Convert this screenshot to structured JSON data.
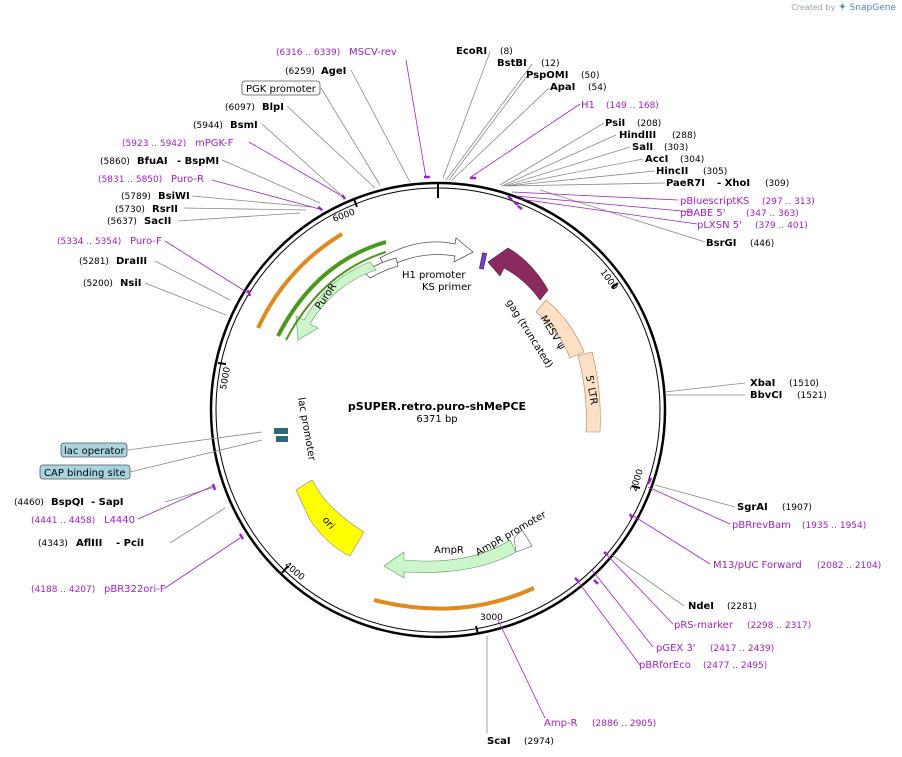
{
  "credit": {
    "prefix": "Created by",
    "brand": "SnapGene"
  },
  "plasmid": {
    "name": "pSUPER.retro.puro-shMePCE",
    "length_label": "6371 bp",
    "length": 6371
  },
  "ticks": [
    "1000",
    "2000",
    "3000",
    "4000",
    "5000",
    "6000"
  ],
  "enzymes": [
    {
      "name": "EcoRI",
      "pos": "(8)"
    },
    {
      "name": "BstBI",
      "pos": "(12)"
    },
    {
      "name": "PspOMI",
      "pos": "(50)"
    },
    {
      "name": "ApaI",
      "pos": "(54)"
    },
    {
      "name": "PsiI",
      "pos": "(208)"
    },
    {
      "name": "HindIII",
      "pos": "(288)"
    },
    {
      "name": "SalI",
      "pos": "(303)"
    },
    {
      "name": "AccI",
      "pos": "(304)"
    },
    {
      "name": "HincII",
      "pos": "(305)"
    },
    {
      "name": "PaeR7I",
      "name2": "- XhoI",
      "pos": "(309)"
    },
    {
      "name": "BsrGI",
      "pos": "(446)"
    },
    {
      "name": "XbaI",
      "pos": "(1510)"
    },
    {
      "name": "BbvCI",
      "pos": "(1521)"
    },
    {
      "name": "SgrAI",
      "pos": "(1907)"
    },
    {
      "name": "NdeI",
      "pos": "(2281)"
    },
    {
      "name": "ScaI",
      "pos": "(2974)"
    },
    {
      "name": "AflIII",
      "name2": "- PciI",
      "pos": "(4343)"
    },
    {
      "name": "BspQI",
      "name2": "- SapI",
      "pos": "(4460)"
    },
    {
      "name": "NsiI",
      "pos": "(5200)"
    },
    {
      "name": "DraIII",
      "pos": "(5281)"
    },
    {
      "name": "SacII",
      "pos": "(5637)"
    },
    {
      "name": "RsrII",
      "pos": "(5730)"
    },
    {
      "name": "BsiWI",
      "pos": "(5789)"
    },
    {
      "name": "BfuAI",
      "name2": "- BspMI",
      "pos": "(5860)"
    },
    {
      "name": "BsmI",
      "pos": "(5944)"
    },
    {
      "name": "BlpI",
      "pos": "(6097)"
    },
    {
      "name": "AgeI",
      "pos": "(6259)"
    }
  ],
  "primers": [
    {
      "name": "MSCV-rev",
      "pos": "(6316 .. 6339)"
    },
    {
      "name": "H1",
      "pos": "(149 .. 168)"
    },
    {
      "name": "pBluescriptKS",
      "pos": "(297 .. 313)"
    },
    {
      "name": "pBABE 5'",
      "pos": "(347 .. 363)"
    },
    {
      "name": "pLXSN 5'",
      "pos": "(379 .. 401)"
    },
    {
      "name": "pBRrevBam",
      "pos": "(1935 .. 1954)"
    },
    {
      "name": "M13/pUC Forward",
      "pos": "(2082 .. 2104)"
    },
    {
      "name": "pRS-marker",
      "pos": "(2298 .. 2317)"
    },
    {
      "name": "pGEX 3'",
      "pos": "(2417 .. 2439)"
    },
    {
      "name": "pBRforEco",
      "pos": "(2477 .. 2495)"
    },
    {
      "name": "Amp-R",
      "pos": "(2886 .. 2905)"
    },
    {
      "name": "pBR322ori-F",
      "pos": "(4188 .. 4207)"
    },
    {
      "name": "L4440",
      "pos": "(4441 .. 4458)"
    },
    {
      "name": "Puro-F",
      "pos": "(5334 .. 5354)"
    },
    {
      "name": "Puro-R",
      "pos": "(5831 .. 5850)"
    },
    {
      "name": "mPGK-F",
      "pos": "(5923 .. 5942)"
    }
  ],
  "boxed_features": [
    {
      "name": "PGK promoter"
    },
    {
      "name": "lac operator"
    },
    {
      "name": "CAP binding site"
    }
  ],
  "features": [
    {
      "name": "H1 promoter"
    },
    {
      "name": "KS primer"
    },
    {
      "name": "gag (truncated)"
    },
    {
      "name": "MESV ψ"
    },
    {
      "name": "5' LTR"
    },
    {
      "name": "PuroR"
    },
    {
      "name": "lac promoter"
    },
    {
      "name": "ori"
    },
    {
      "name": "AmpR"
    },
    {
      "name": "AmpR promoter"
    }
  ],
  "colors": {
    "primer": "#a020c8",
    "puro": "#ccf5cc",
    "gag": "#8b2a5e",
    "ltr": "#fde0c6",
    "ori": "#ffff00",
    "orange_arc": "#e08a1e",
    "green_arc": "#4a9a1a",
    "lac": "#a8d4e0"
  }
}
